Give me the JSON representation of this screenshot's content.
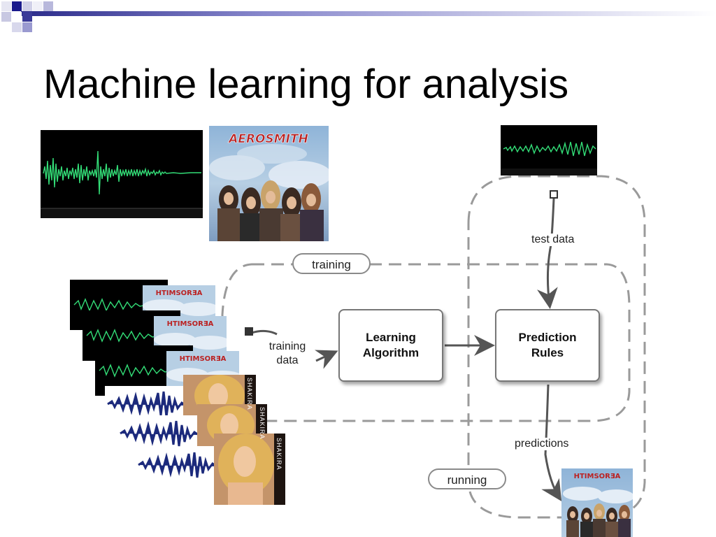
{
  "slide": {
    "title": "Machine learning for analysis"
  },
  "diagram": {
    "training_pill": "training",
    "running_pill": "running",
    "training_data_label_line1": "training",
    "training_data_label_line2": "data",
    "test_data_label": "test data",
    "predictions_label": "predictions",
    "learning_node_line1": "Learning",
    "learning_node_line2": "Algorithm",
    "prediction_node_line1": "Prediction",
    "prediction_node_line2": "Rules"
  },
  "album_art": {
    "aerosmith_logo": "AEROSMITH",
    "aerosmith_logo_mirrored": "HTIMSORƎA",
    "shakira_logo": "SHAKIRA"
  },
  "colors": {
    "slide_accent": "#1a1a8c",
    "waveform_green": "#33dd77",
    "waveform_blue": "#1c2a7c",
    "dashed_line": "#9a9a9a",
    "arrow": "#555555"
  }
}
